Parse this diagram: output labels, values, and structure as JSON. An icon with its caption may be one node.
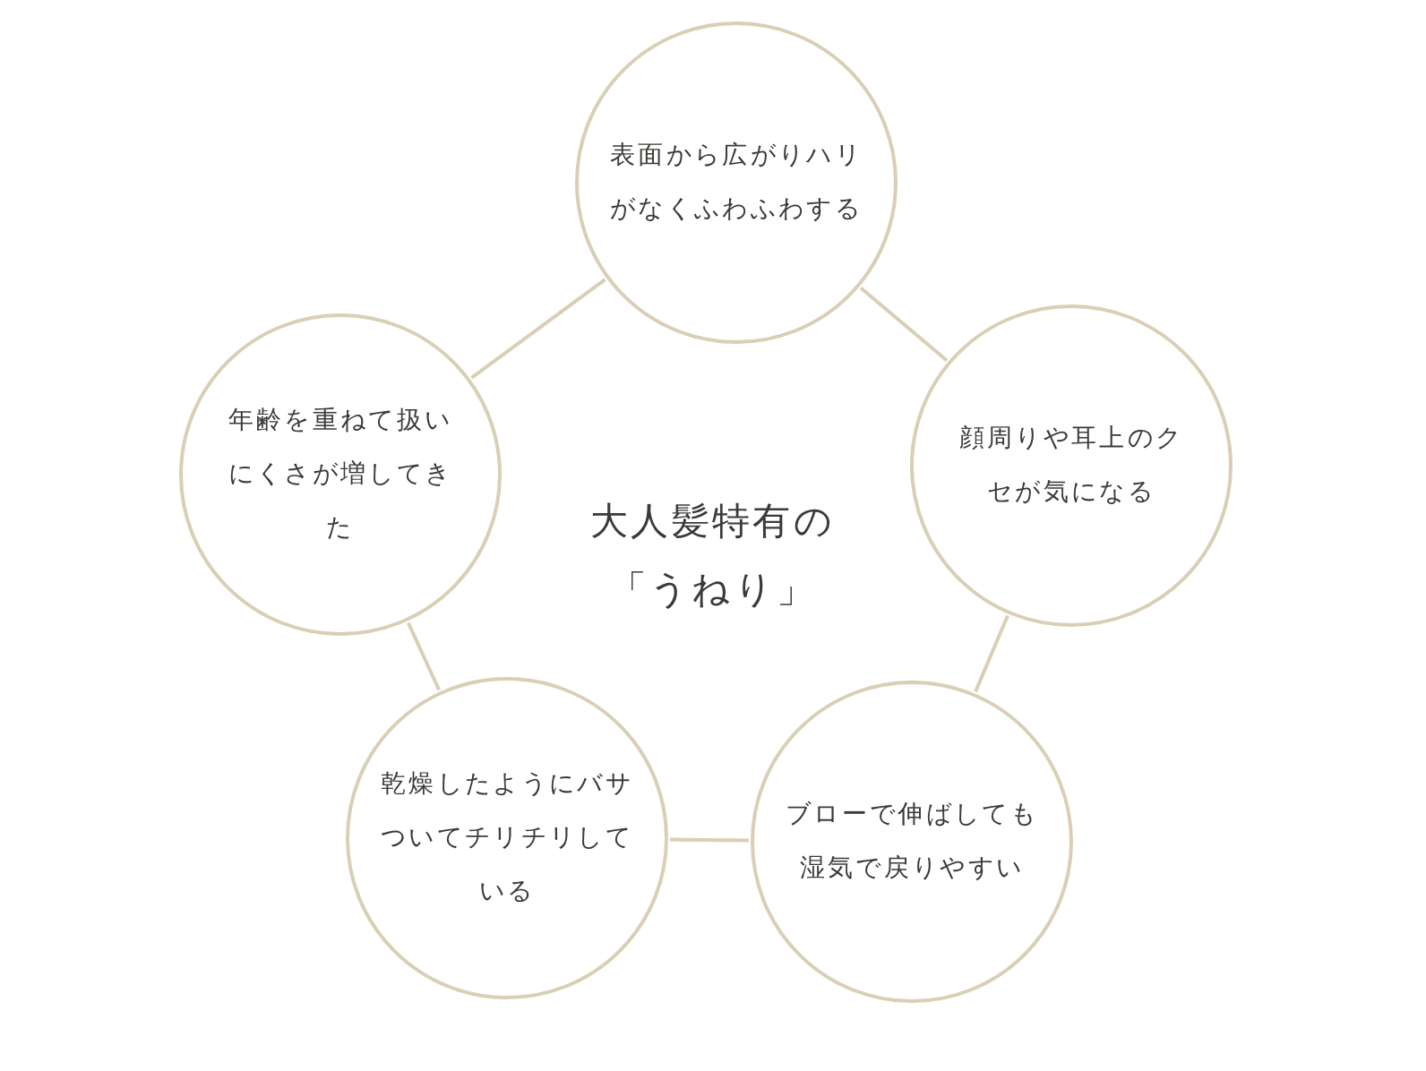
{
  "diagram": {
    "nodes": [
      {
        "text": [
          "表面から広がりハリがなくふわふわする"
        ]
      },
      {
        "text": [
          "年齢を重ねて扱いにくさが増してきた"
        ]
      },
      {
        "text": [
          "顔周りや耳上のクセが気になる"
        ]
      },
      {
        "text": [
          "乾燥したようにバサついてチリチリしている"
        ]
      },
      {
        "text": [
          "ブローで伸ばしても湿気で戻りやすい"
        ]
      }
    ],
    "edges": [
      {
        "from": 0,
        "to": 2,
        "arrow": "none"
      },
      {
        "from": 2,
        "to": 4,
        "arrow": "none"
      },
      {
        "from": 4,
        "to": 3,
        "arrow": "none"
      },
      {
        "from": 3,
        "to": 1,
        "arrow": "none"
      },
      {
        "from": 1,
        "to": 0,
        "arrow": "none"
      }
    ],
    "labels": [
      "大人髪特有の「うねり」"
    ]
  }
}
